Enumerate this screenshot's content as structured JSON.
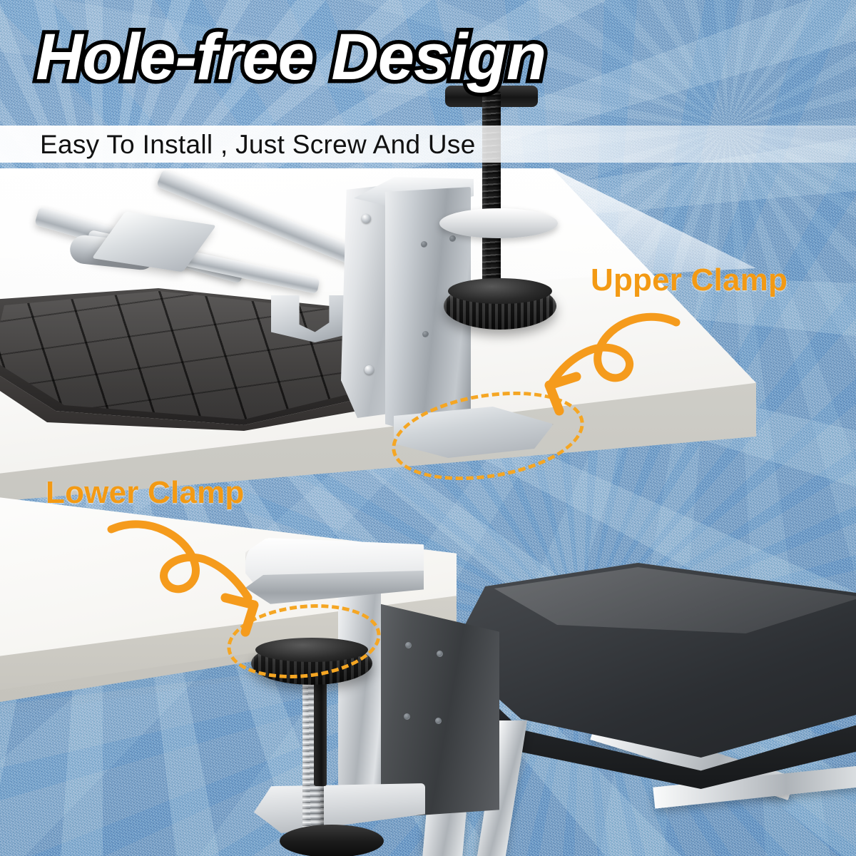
{
  "header": {
    "title": "Hole-free Design",
    "subtitle": "Easy To Install , Just Screw And Use"
  },
  "callouts": [
    {
      "id": "upper",
      "label": "Upper Clamp"
    },
    {
      "id": "lower",
      "label": "Lower Clamp"
    }
  ],
  "colors": {
    "accent_orange": "#f39a14",
    "dashed_orange": "#f5a623",
    "background_blue": "#7ea7cd",
    "desk_white": "#fdfdfc",
    "pad_black": "#2c2f33",
    "steel_silver": "#c9ced3",
    "title_fill": "#ffffff",
    "title_stroke": "#000000",
    "subtitle_text": "#111111"
  },
  "scene": {
    "background": "blue-textured-fabric",
    "upper_section": {
      "desk": "white-desk-top",
      "parts": [
        "steel-bracket",
        "scissor-linkage",
        "black-plastic-mat",
        "threaded-bolt",
        "knurled-knob",
        "washer-plate"
      ],
      "highlight": "dashed-ellipse-on-clamp-foot"
    },
    "lower_section": {
      "desk": "white-desk-top",
      "parts": [
        "chrome-c-clamp",
        "clamp-screw",
        "knurled-knob",
        "black-armrest-pad",
        "chrome-support-arms"
      ],
      "highlight": "dashed-ellipse-on-clamp-knob"
    }
  }
}
